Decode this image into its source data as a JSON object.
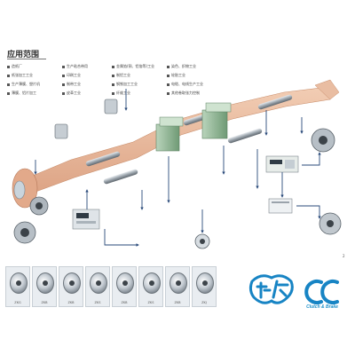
{
  "section_title": "应用范围",
  "applications": [
    {
      "label": "造纸厂"
    },
    {
      "label": "纸张加工工业"
    },
    {
      "label": "生产薄膜、塑片机"
    },
    {
      "label": "薄膜、铝片加工"
    },
    {
      "label": "生产粘合带用"
    },
    {
      "label": "印刷工业"
    },
    {
      "label": "制带工业"
    },
    {
      "label": "皮革工业"
    },
    {
      "label": "金属箔(铜、铝箔等)工业"
    },
    {
      "label": "制铝工业"
    },
    {
      "label": "钢铁加工工业"
    },
    {
      "label": "纤维工业"
    },
    {
      "label": "染色、织物工业"
    },
    {
      "label": "轮胎工业"
    },
    {
      "label": "电缆、电线生产工业"
    },
    {
      "label": "其他卷取张力控制"
    }
  ],
  "diagram_labels": [
    {
      "text": ""
    },
    {
      "text": ""
    },
    {
      "text": ""
    },
    {
      "text": ""
    },
    {
      "text": ""
    },
    {
      "text": ""
    },
    {
      "text": ""
    },
    {
      "text": ""
    },
    {
      "text": ""
    },
    {
      "text": ""
    }
  ],
  "caption_left": "",
  "caption_right": "",
  "page_number_left": "",
  "page_number_right": "2",
  "products": [
    {
      "label": "ZKG"
    },
    {
      "label": "ZKB"
    },
    {
      "label": "ZKB"
    },
    {
      "label": "ZKS"
    },
    {
      "label": "ZKB"
    },
    {
      "label": "ZKS"
    },
    {
      "label": "ZKB"
    },
    {
      "label": "ZKJ"
    }
  ],
  "watermark": "",
  "watermark_sub": "",
  "brand_text": "Clutch & Brake",
  "colors": {
    "belt": "#e8b89a",
    "belt_edge": "#c98e6c",
    "roller": "#9aa3ab",
    "machine": "#8fb394",
    "machine_light": "#b9d4bb",
    "arrow": "#2a4a7a",
    "brand_blue": "#1a8fc9",
    "logo_blue": "#1784c4"
  },
  "icons": [
    "dot-icon",
    "roller-icon",
    "controller-icon",
    "sensor-icon",
    "motor-icon",
    "clutch-disc-icon",
    "chinese-logo-icon",
    "cc-logo-icon"
  ]
}
